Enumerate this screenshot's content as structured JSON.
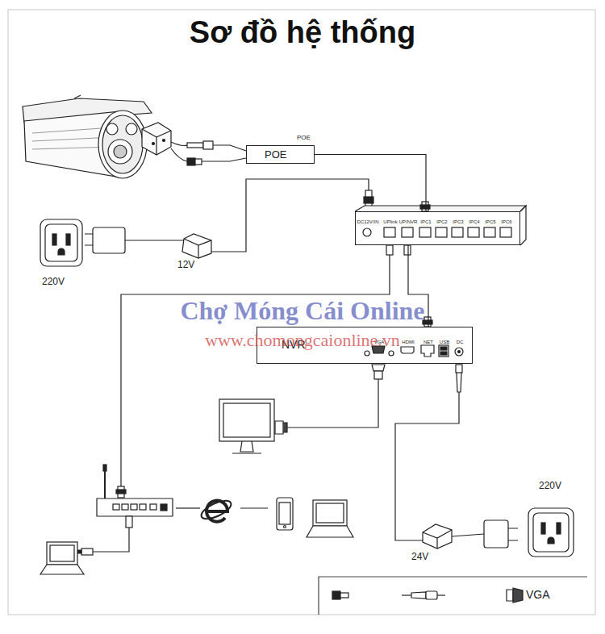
{
  "diagram": {
    "title": "Sơ đồ hệ thống",
    "nodes": [
      {
        "text": [
          "POE",
          "POE"
        ]
      },
      {
        "text": [
          "DC12V/IN",
          "UPlink",
          "UP/NVR",
          "IPC1",
          "IPC2",
          "IPC3",
          "IPC4",
          "IPC5",
          "IPC6"
        ]
      },
      {
        "text": [
          "NVR",
          "VGA",
          "HDMI",
          "NET",
          "USB",
          "DC"
        ]
      }
    ],
    "edges": [
      {
        "from": 0,
        "to": 1,
        "arrow": "none"
      },
      {
        "from": 1,
        "to": 2,
        "arrow": "none"
      }
    ],
    "labels": [
      "220V",
      "12V",
      "220V",
      "24V",
      "Chợ Móng Cái Online",
      "www.chomongcaionline.vn"
    ],
    "legend": [
      {
        "text": "VGA"
      }
    ]
  }
}
